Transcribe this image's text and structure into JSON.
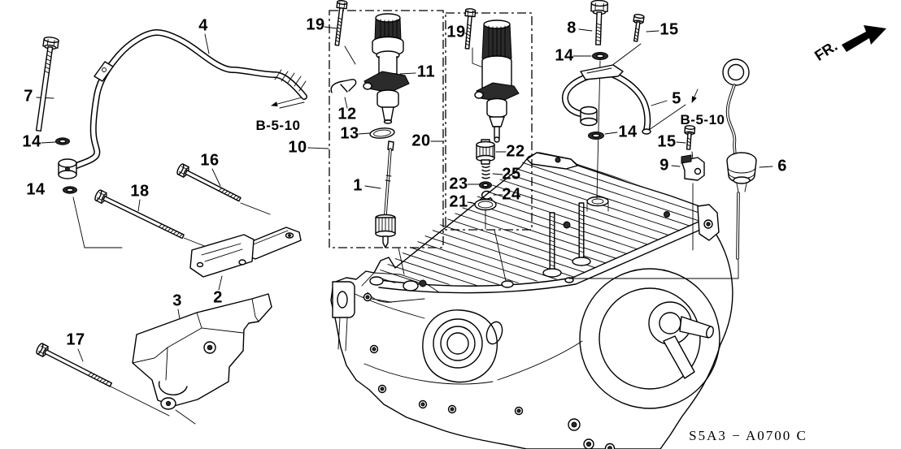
{
  "diagram": {
    "code": "S5A3 − A0700 C",
    "direction_label": "FR.",
    "references": [
      {
        "text": "B-5-10"
      },
      {
        "text": "B-5-10"
      }
    ],
    "callouts": [
      {
        "text": "4"
      },
      {
        "text": "19"
      },
      {
        "text": "19"
      },
      {
        "text": "8"
      },
      {
        "text": "15"
      },
      {
        "text": "7"
      },
      {
        "text": "11"
      },
      {
        "text": "14"
      },
      {
        "text": "12"
      },
      {
        "text": "5"
      },
      {
        "text": "13"
      },
      {
        "text": "10"
      },
      {
        "text": "20"
      },
      {
        "text": "22"
      },
      {
        "text": "14"
      },
      {
        "text": "15"
      },
      {
        "text": "9"
      },
      {
        "text": "6"
      },
      {
        "text": "14"
      },
      {
        "text": "16"
      },
      {
        "text": "1"
      },
      {
        "text": "25"
      },
      {
        "text": "18"
      },
      {
        "text": "23"
      },
      {
        "text": "24"
      },
      {
        "text": "21"
      },
      {
        "text": "14"
      },
      {
        "text": "2"
      },
      {
        "text": "3"
      },
      {
        "text": "17"
      }
    ]
  },
  "colors": {
    "line": "#000000",
    "background": "#ffffff",
    "label": "#000000"
  }
}
